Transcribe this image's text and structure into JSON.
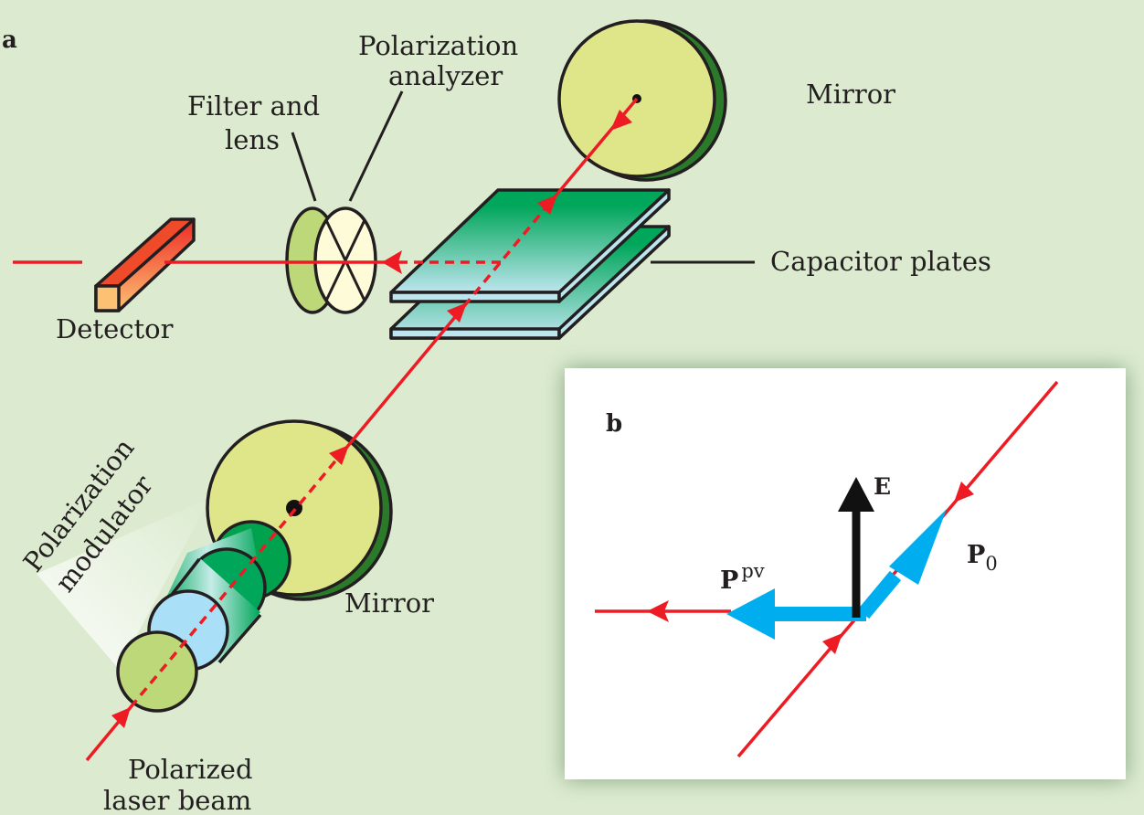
{
  "panel_a": {
    "label": "a",
    "labels": {
      "polarization_analyzer_1": "Polarization",
      "polarization_analyzer_2": "analyzer",
      "filter_lens_1": "Filter and",
      "filter_lens_2": "lens",
      "mirror_top": "Mirror",
      "capacitor": "Capacitor plates",
      "detector": "Detector",
      "mirror_bottom": "Mirror",
      "modulator_1": "Polarization",
      "modulator_2": "modulator",
      "laser_1": "Polarized",
      "laser_2": "laser beam"
    }
  },
  "panel_b": {
    "label": "b",
    "E": "E",
    "Ppv_base": "P",
    "Ppv_sup": "pv",
    "P0_base": "P",
    "P0_sub": "0"
  },
  "colors": {
    "background": "#dcebd0",
    "beam": "#ed1c24",
    "mirror": "#dfe68a",
    "mirror_edge": "#2a7a2a",
    "vector": "#00aeef",
    "plate_green": "#00a65a",
    "plate_blue": "#bde5ee"
  }
}
